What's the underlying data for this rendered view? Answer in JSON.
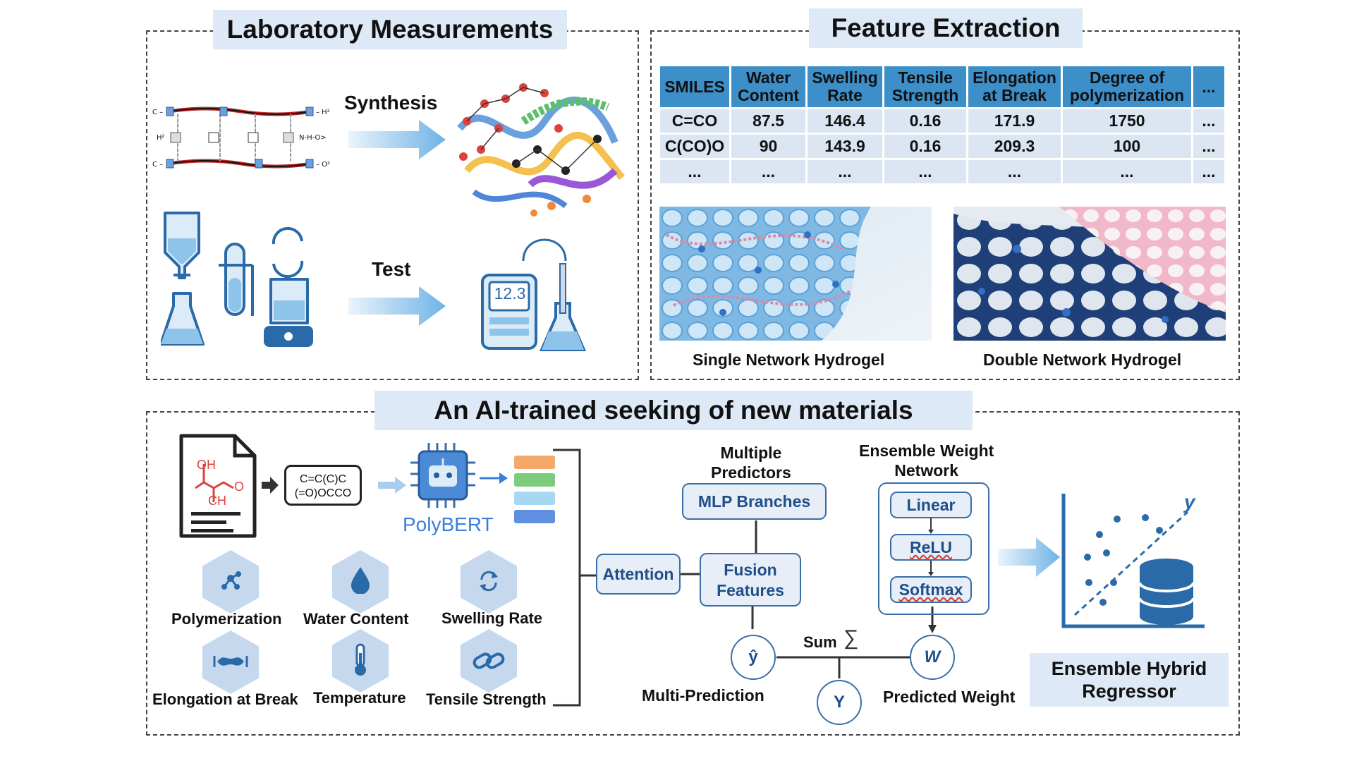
{
  "lab": {
    "title": "Laboratory Measurements",
    "synthesis_label": "Synthesis",
    "test_label": "Test",
    "meter_value": "12.3"
  },
  "feature": {
    "title": "Feature Extraction",
    "table": {
      "headers": [
        [
          "SMILES"
        ],
        [
          "Water",
          "Content"
        ],
        [
          "Swelling",
          "Rate"
        ],
        [
          "Tensile",
          "Strength"
        ],
        [
          "Elongation",
          "at Break"
        ],
        [
          "Degree of",
          "polymerization"
        ],
        [
          "..."
        ]
      ],
      "rows": [
        [
          "C=CO",
          "87.5",
          "146.4",
          "0.16",
          "171.9",
          "1750",
          "..."
        ],
        [
          "C(CO)O",
          "90",
          "143.9",
          "0.16",
          "209.3",
          "100",
          "..."
        ],
        [
          "...",
          "...",
          "...",
          "...",
          "...",
          "...",
          "..."
        ]
      ]
    },
    "image_single_caption": "Single Network Hydrogel",
    "image_double_caption": "Double Network Hydrogel"
  },
  "ai": {
    "title": "An AI-trained seeking of new materials",
    "doc_oh": "OH",
    "doc_ch": "CH",
    "doc_o": "O",
    "smiles_line1": "C=C(C)C",
    "smiles_line2": "(=O)OCCO",
    "polybert": "PolyBERT",
    "features": [
      "Polymerization",
      "Water Content",
      "Swelling Rate",
      "Elongation at Break",
      "Temperature",
      "Tensile Strength"
    ],
    "feature_icons": [
      "molecule-icon",
      "water-drop-icon",
      "refresh-icon",
      "elongation-icon",
      "thermometer-icon",
      "chain-link-icon"
    ],
    "attention": "Attention",
    "multiple_predictors_1": "Multiple",
    "multiple_predictors_2": "Predictors",
    "mlp_branches": "MLP Branches",
    "fusion_1": "Fusion",
    "fusion_2": "Features",
    "y_hat": "ŷ",
    "multi_prediction": "Multi-Prediction",
    "sum": "Sum",
    "sigma": "∑",
    "big_y": "Y",
    "w": "W",
    "predicted_weight": "Predicted Weight",
    "ensemble_weight_1": "Ensemble Weight",
    "ensemble_weight_2": "Network",
    "layers": [
      "Linear",
      "ReLU",
      "Softmax"
    ],
    "regressor_1": "Ensemble Hybrid",
    "regressor_2": "Regressor",
    "plot_y": "y"
  },
  "colors": {
    "header_blue": "#3c8fc9",
    "title_bg": "#dde9f6",
    "node_blue": "#3a6ea8",
    "arrow_blue": "#6fb3e6",
    "pink": "#f0b8c8"
  }
}
